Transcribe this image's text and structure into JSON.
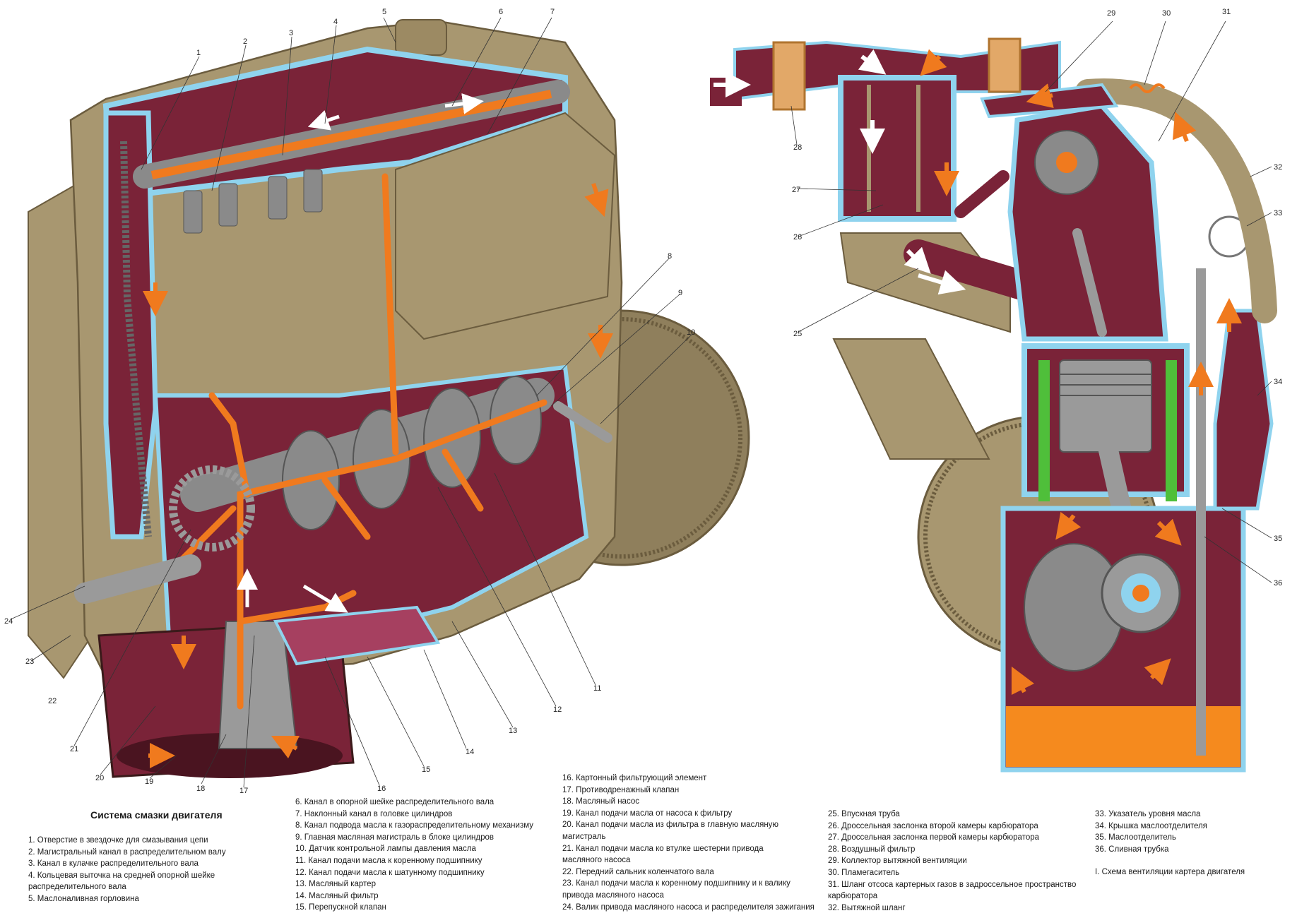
{
  "colors": {
    "engine_body": "#a89770",
    "engine_shadow": "#7f6f4f",
    "oil_cavity": "#7a2338",
    "coolant": "#8fd3ee",
    "oil_flow": "#f07a1e",
    "filter_green": "#4fbf3a",
    "oil_sump_fill": "#f58a1e",
    "metal": "#9a9a9a"
  },
  "caption": {
    "title": "Система смазки двигателя",
    "note": "I.   Схема вентиляции картера двигателя"
  },
  "callouts": [
    "1",
    "2",
    "3",
    "4",
    "5",
    "6",
    "7",
    "8",
    "9",
    "10",
    "11",
    "12",
    "13",
    "14",
    "15",
    "16",
    "17",
    "18",
    "19",
    "20",
    "21",
    "22",
    "23",
    "24",
    "25",
    "26",
    "27",
    "28",
    "29",
    "30",
    "31",
    "32",
    "33",
    "34",
    "35",
    "36"
  ],
  "legend": {
    "col1": [
      "1. Отверстие в звездочке для смазывания цепи",
      "2. Магистральный канал в распределительном валу",
      "3. Канал в кулачке распределительного вала",
      "4. Кольцевая выточка на средней опорной шейке",
      "    распределительного вала",
      "5. Маслоналивная горловина"
    ],
    "col2": [
      "6. Канал в опорной шейке распределительного вала",
      "7. Наклонный канал в головке цилиндров",
      "8. Канал подвода масла к газораспределительному механизму",
      "9. Главная масляная магистраль в блоке цилиндров",
      "10. Датчик контрольной лампы давления масла",
      "11. Канал подачи масла к коренному подшипнику",
      "12. Канал подачи масла к шатунному подшипнику",
      "13. Масляный картер",
      "14. Масляный фильтр",
      "15. Перепускной клапан"
    ],
    "col3": [
      "16. Картонный фильтрующий элемент",
      "17. Противодренажный клапан",
      "18. Масляный насос",
      "19. Канал подачи масла от насоса к фильтру",
      "20. Канал подачи масла из фильтра в главную масляную",
      "      магистраль",
      "21. Канал подачи масла ко втулке шестерни привода",
      "      масляного насоса",
      "22. Передний сальник коленчатого вала",
      "23. Канал подачи масла к коренному подшипнику и к валику",
      "      привода масляного насоса",
      "24. Валик привода масляного насоса и распределителя зажигания"
    ],
    "col4": [
      "25. Впускная труба",
      "26. Дроссельная заслонка второй камеры карбюратора",
      "27. Дроссельная заслонка первой камеры карбюратора",
      "28. Воздушный фильтр",
      "29. Коллектор вытяжной вентиляции",
      "30. Пламегаситель",
      "31. Шланг отсоса картерных газов в задроссельное пространство",
      "      карбюратора",
      "32. Вытяжной шланг"
    ],
    "col5": [
      "33. Указатель уровня масла",
      "34. Крышка маслоотделителя",
      "35. Маслоотделитель",
      "36. Сливная трубка"
    ]
  }
}
